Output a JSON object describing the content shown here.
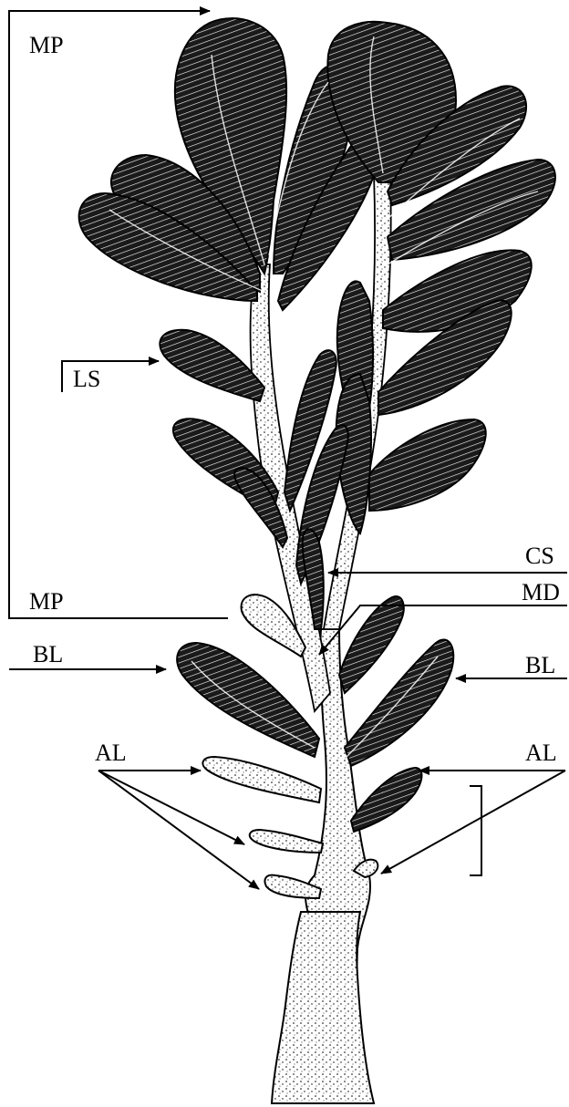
{
  "labels": {
    "mp_top": "MP",
    "ls": "LS",
    "cs": "CS",
    "mp_mid": "MP",
    "md": "MD",
    "bl_left": "BL",
    "bl_right": "BL",
    "al_left": "AL",
    "al_right": "AL"
  },
  "colors": {
    "ink": "#000000",
    "leaf_fill": "#2b2b2b",
    "stipple_fill": "#f3f3f3",
    "background": "#ffffff"
  }
}
